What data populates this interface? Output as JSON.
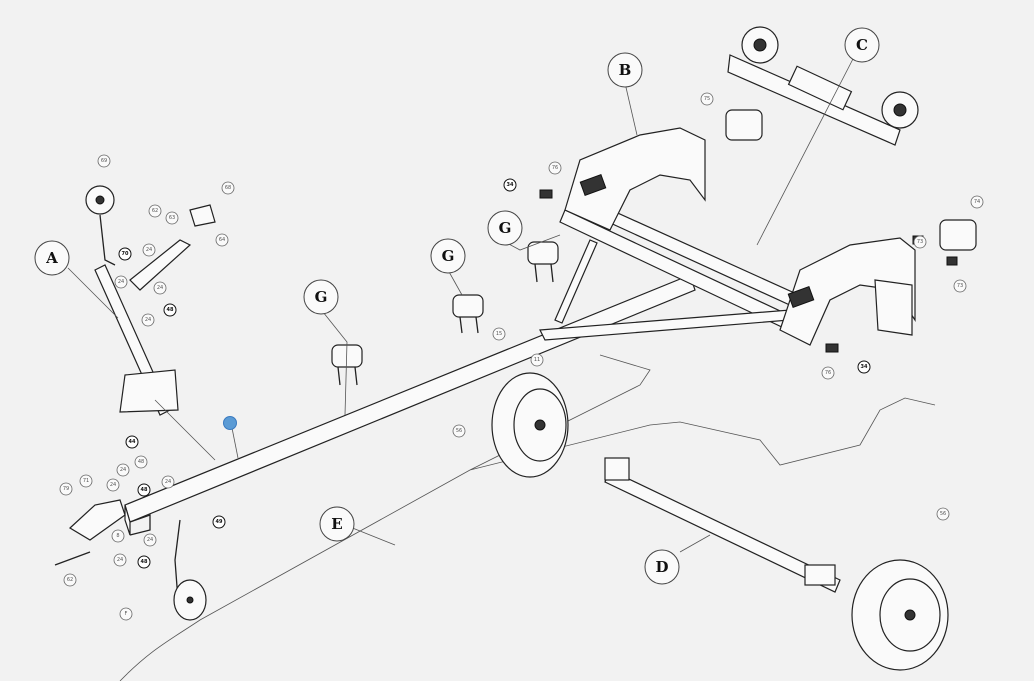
{
  "diagram": {
    "assemblies": {
      "A": "A",
      "B": "B",
      "C": "C",
      "D": "D",
      "E": "E",
      "G1": "G",
      "G2": "G",
      "G3": "G"
    },
    "part_labels": [
      "69",
      "68",
      "62",
      "63",
      "64",
      "70",
      "24",
      "24",
      "24",
      "48",
      "24",
      "75",
      "76",
      "34",
      "73",
      "74",
      "73",
      "76",
      "34",
      "56",
      "56",
      "15",
      "11",
      "44",
      "24",
      "48",
      "24",
      "48",
      "24",
      "79",
      "71",
      "8",
      "24",
      "48",
      "24",
      "62",
      "49",
      "F"
    ],
    "selection_marker_color": "#5b9bd5"
  }
}
